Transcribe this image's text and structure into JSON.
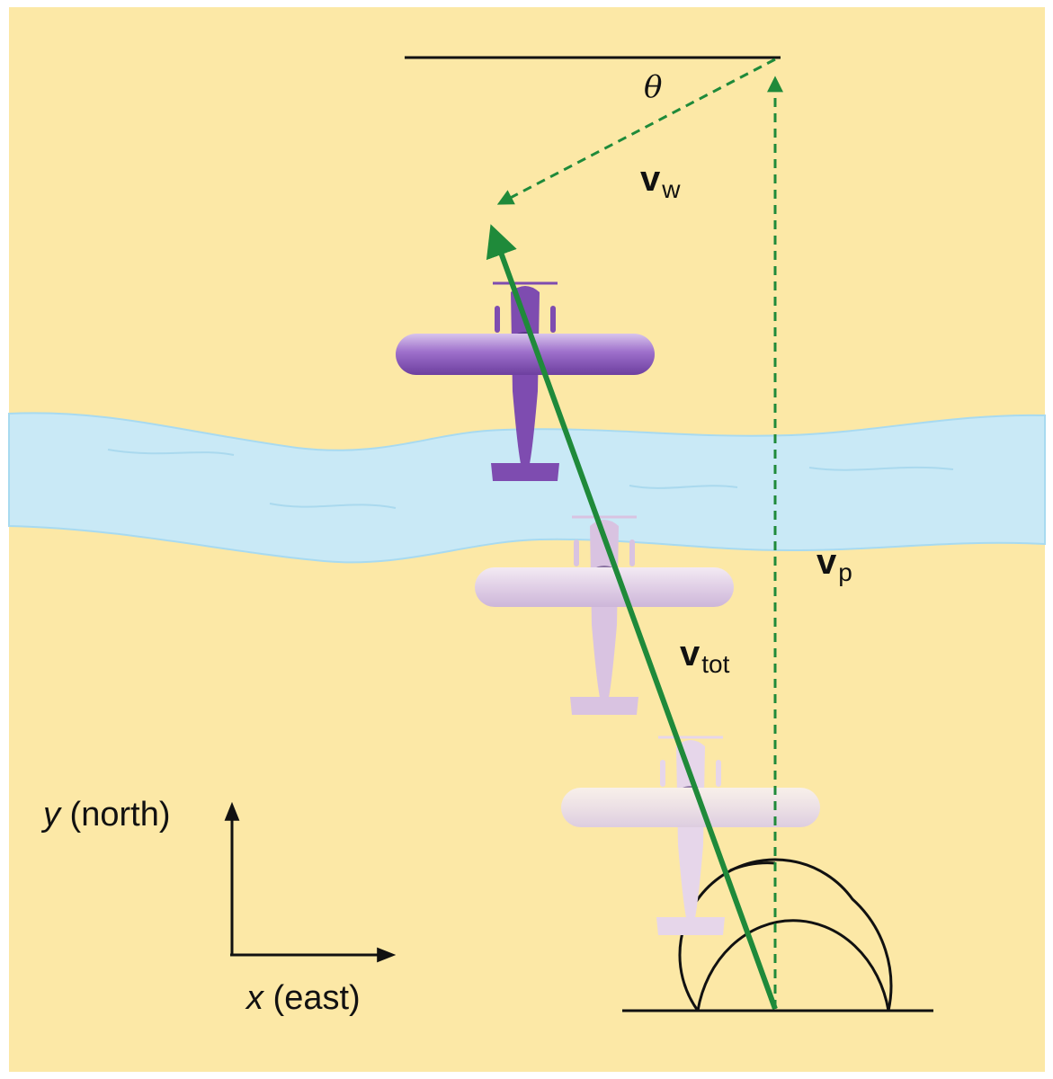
{
  "labels": {
    "theta": "θ",
    "vw_main": "v",
    "vw_sub": "w",
    "vp_main": "v",
    "vp_sub": "p",
    "vtot_main": "v",
    "vtot_sub": "tot",
    "y_axis_var": "y",
    "y_axis_text": " (north)",
    "x_axis_var": "x",
    "x_axis_text": " (east)"
  },
  "colors": {
    "background": "#fce8a6",
    "river": "#c9e9f6",
    "river_edge": "#9fd4ee",
    "vector_green": "#1f8a3a",
    "plane_purple": "#8a5bb8",
    "line_black": "#111111"
  },
  "icons": {
    "plane_1": "airplane-icon",
    "plane_2": "airplane-icon",
    "plane_3": "airplane-icon"
  }
}
